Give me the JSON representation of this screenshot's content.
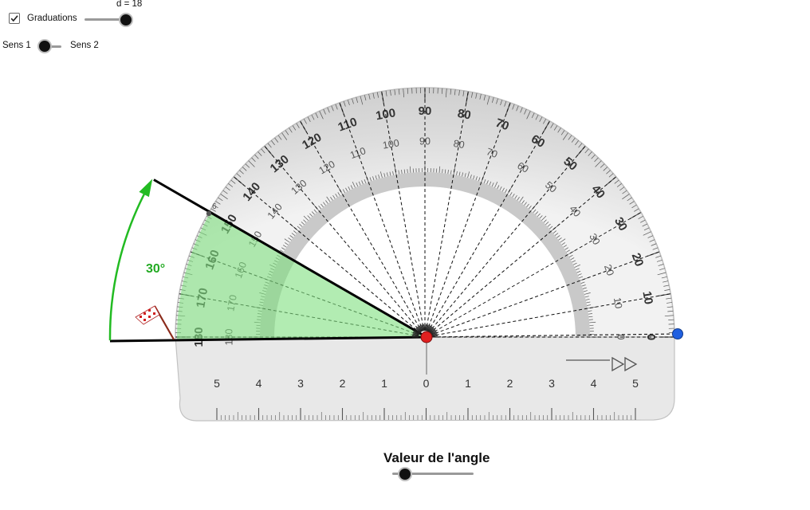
{
  "controls": {
    "graduations_label": "Graduations",
    "graduations_checked": true,
    "d_label": "d = 18",
    "sens1_label": "Sens 1",
    "sens2_label": "Sens 2",
    "angle_slider_label": "Valeur de l'angle"
  },
  "angle": {
    "label": "30°",
    "value_deg": 30
  },
  "protractor": {
    "outer_scale": [
      "0",
      "10",
      "20",
      "30",
      "40",
      "50",
      "60",
      "70",
      "80",
      "90",
      "100",
      "110",
      "120",
      "130",
      "140",
      "150",
      "160",
      "170",
      "180"
    ],
    "inner_scale": [
      "180",
      "170",
      "160",
      "150",
      "140",
      "130",
      "120",
      "110",
      "100",
      "90",
      "80",
      "70",
      "60",
      "50",
      "40",
      "30",
      "20",
      "10",
      "0"
    ],
    "ruler_labels": [
      "5",
      "4",
      "3",
      "2",
      "1",
      "0",
      "1",
      "2",
      "3",
      "4",
      "5"
    ],
    "point_label": "6"
  },
  "colors": {
    "angle_fill": "#7ee07e",
    "angle_arc": "#22bb22",
    "vertex_point": "#e02020",
    "end_point": "#2060e0",
    "ray": "#000000"
  }
}
